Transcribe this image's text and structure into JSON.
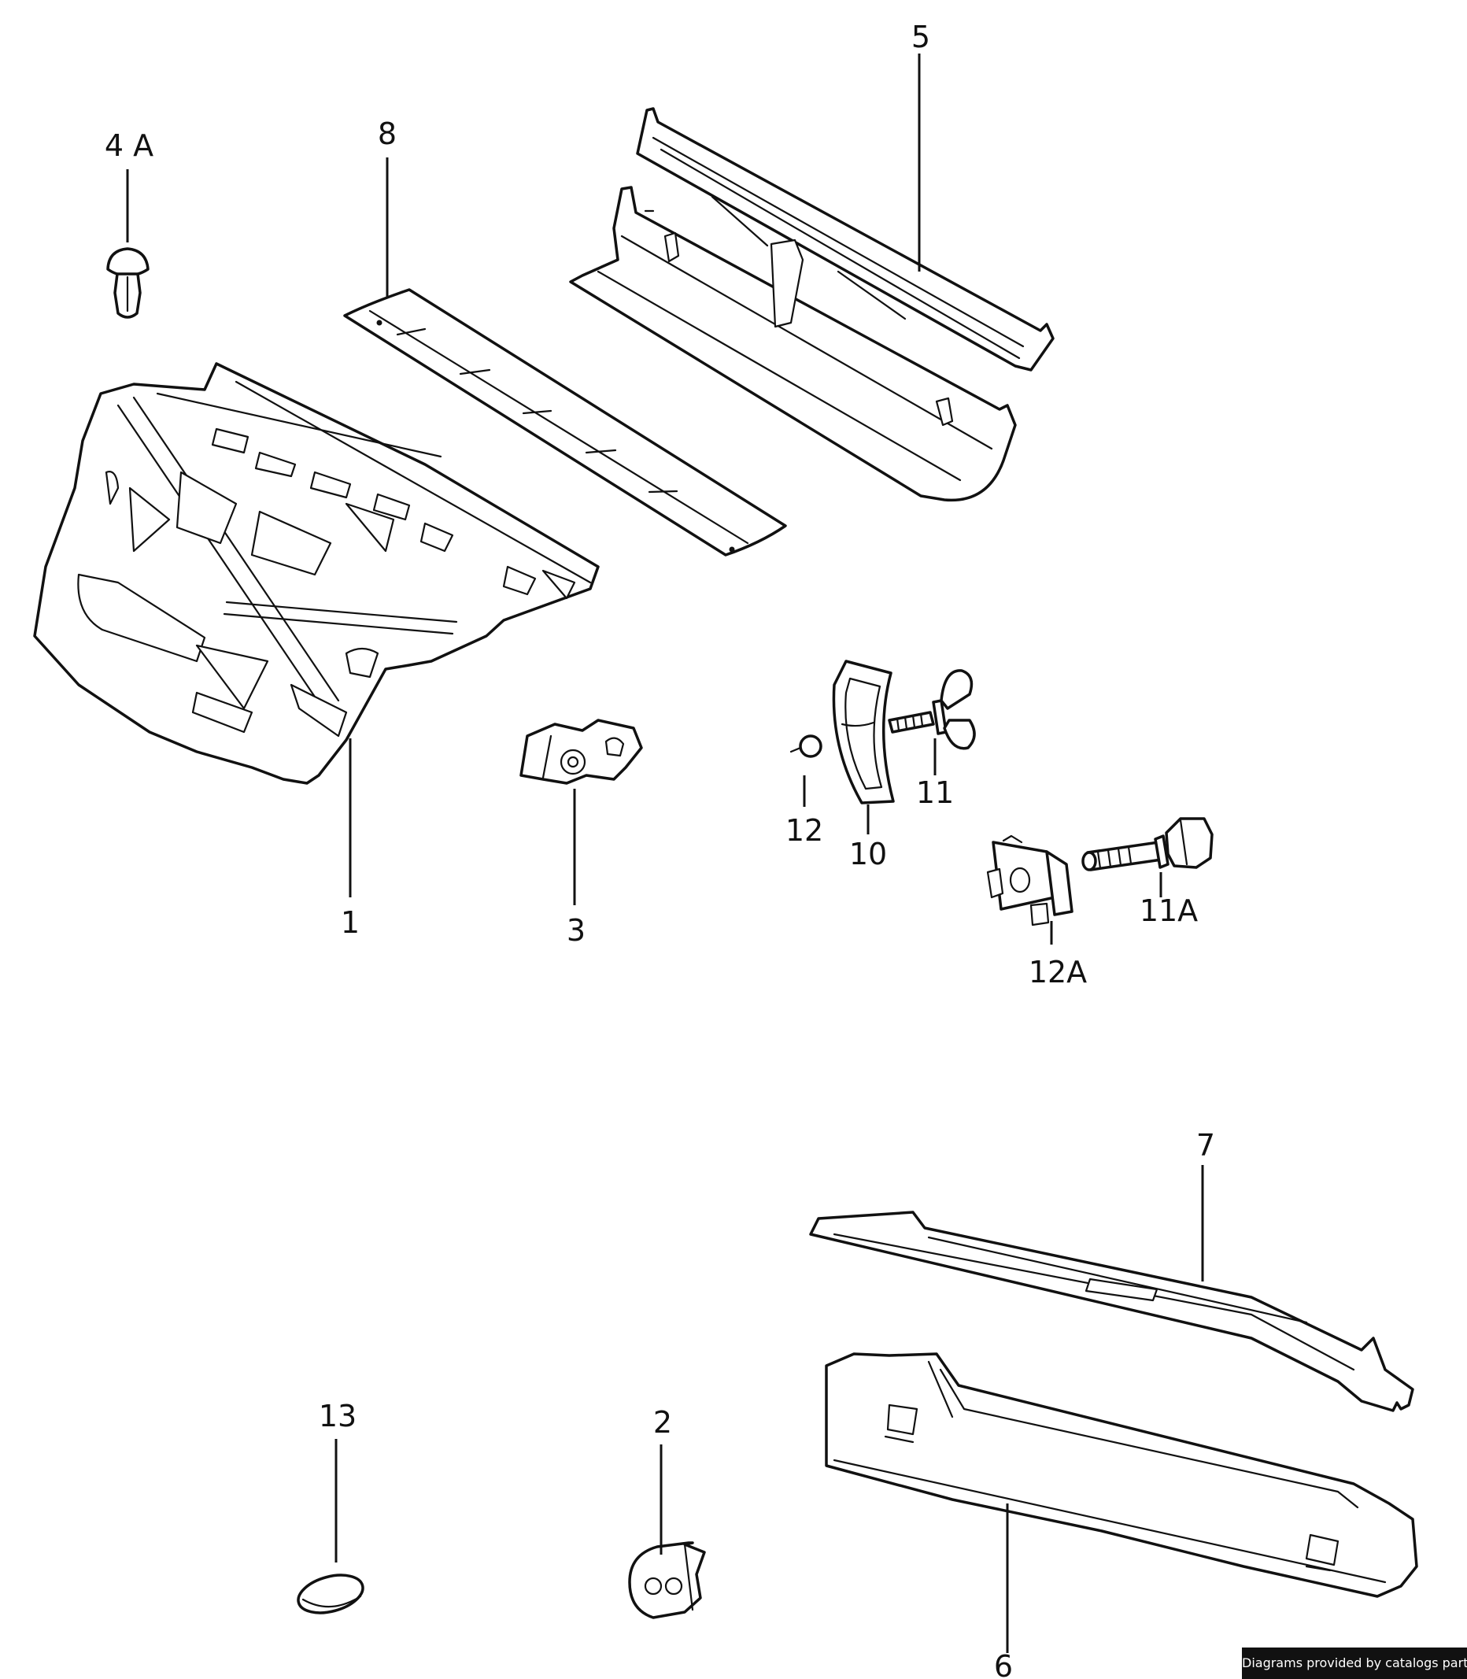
{
  "callouts": {
    "c1": "1",
    "c2": "2",
    "c3": "3",
    "c4a": "4 A",
    "c5": "5",
    "c6": "6",
    "c7": "7",
    "c8": "8",
    "c10": "10",
    "c11": "11",
    "c11a": "11A",
    "c12": "12",
    "c12a": "12A",
    "c13": "13"
  },
  "credit": "Diagrams provided by catalogs parts",
  "colors": {
    "line": "#111111",
    "background": "#ffffff",
    "credit_background": "#111111",
    "credit_text": "#ffffff"
  }
}
